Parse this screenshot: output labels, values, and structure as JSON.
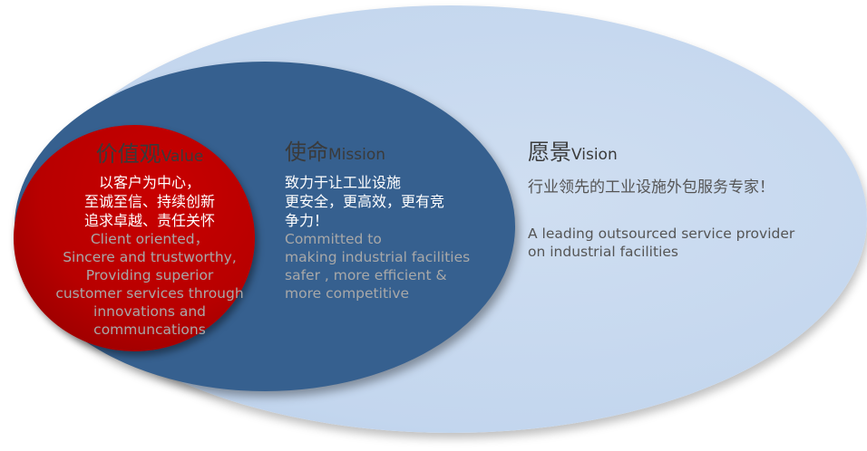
{
  "value": {
    "title_zh": "价值观",
    "title_en": "Value",
    "lines_zh": [
      "以客户为中心，",
      "至诚至信、持续创新",
      "追求卓越、责任关怀"
    ],
    "lines_en": [
      "Client oriented，",
      "Sincere and trustworthy,",
      "Providing superior",
      "customer services through",
      "innovations and",
      "communcations"
    ]
  },
  "mission": {
    "title_zh": "使命",
    "title_en": "Mission",
    "lines_zh": [
      "致力于让工业设施",
      "更安全，更高效，更有竞",
      "争力！"
    ],
    "lines_en": [
      "Committed to",
      "making industrial facilities",
      "safer , more efficient &",
      "more competitive"
    ]
  },
  "vision": {
    "title_zh": "愿景",
    "title_en": "Vision",
    "line_zh": "行业领先的工业设施外包服务专家！",
    "lines_en": [
      "A leading outsourced service provider",
      "on industrial facilities"
    ]
  }
}
